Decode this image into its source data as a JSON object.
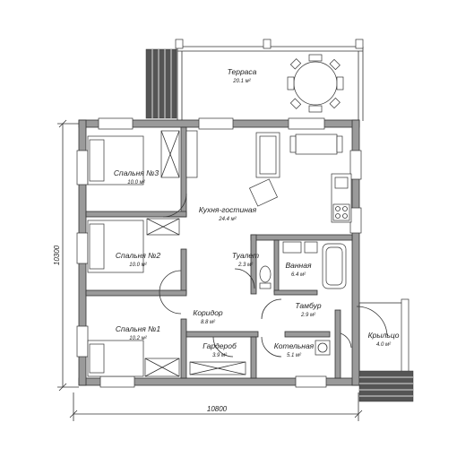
{
  "rooms": [
    {
      "name": "Терраса",
      "area": "20.1 м²"
    },
    {
      "name": "Спальня №3",
      "area": "10.0 м²"
    },
    {
      "name": "Кухня-гостиная",
      "area": "24.4 м²"
    },
    {
      "name": "Спальня №2",
      "area": "10.0 м²"
    },
    {
      "name": "Туалет",
      "area": "2.3 м²"
    },
    {
      "name": "Ванная",
      "area": "6.4 м²"
    },
    {
      "name": "Тамбур",
      "area": "2.9 м²"
    },
    {
      "name": "Коридор",
      "area": "8.8 м²"
    },
    {
      "name": "Спальня №1",
      "area": "10.2 м²"
    },
    {
      "name": "Гардероб",
      "area": "3.9 м²"
    },
    {
      "name": "Котельная",
      "area": "5.1 м²"
    },
    {
      "name": "Крыльцо",
      "area": "4.0 м²"
    }
  ],
  "dimensions": {
    "width": "10800",
    "height": "10300"
  }
}
